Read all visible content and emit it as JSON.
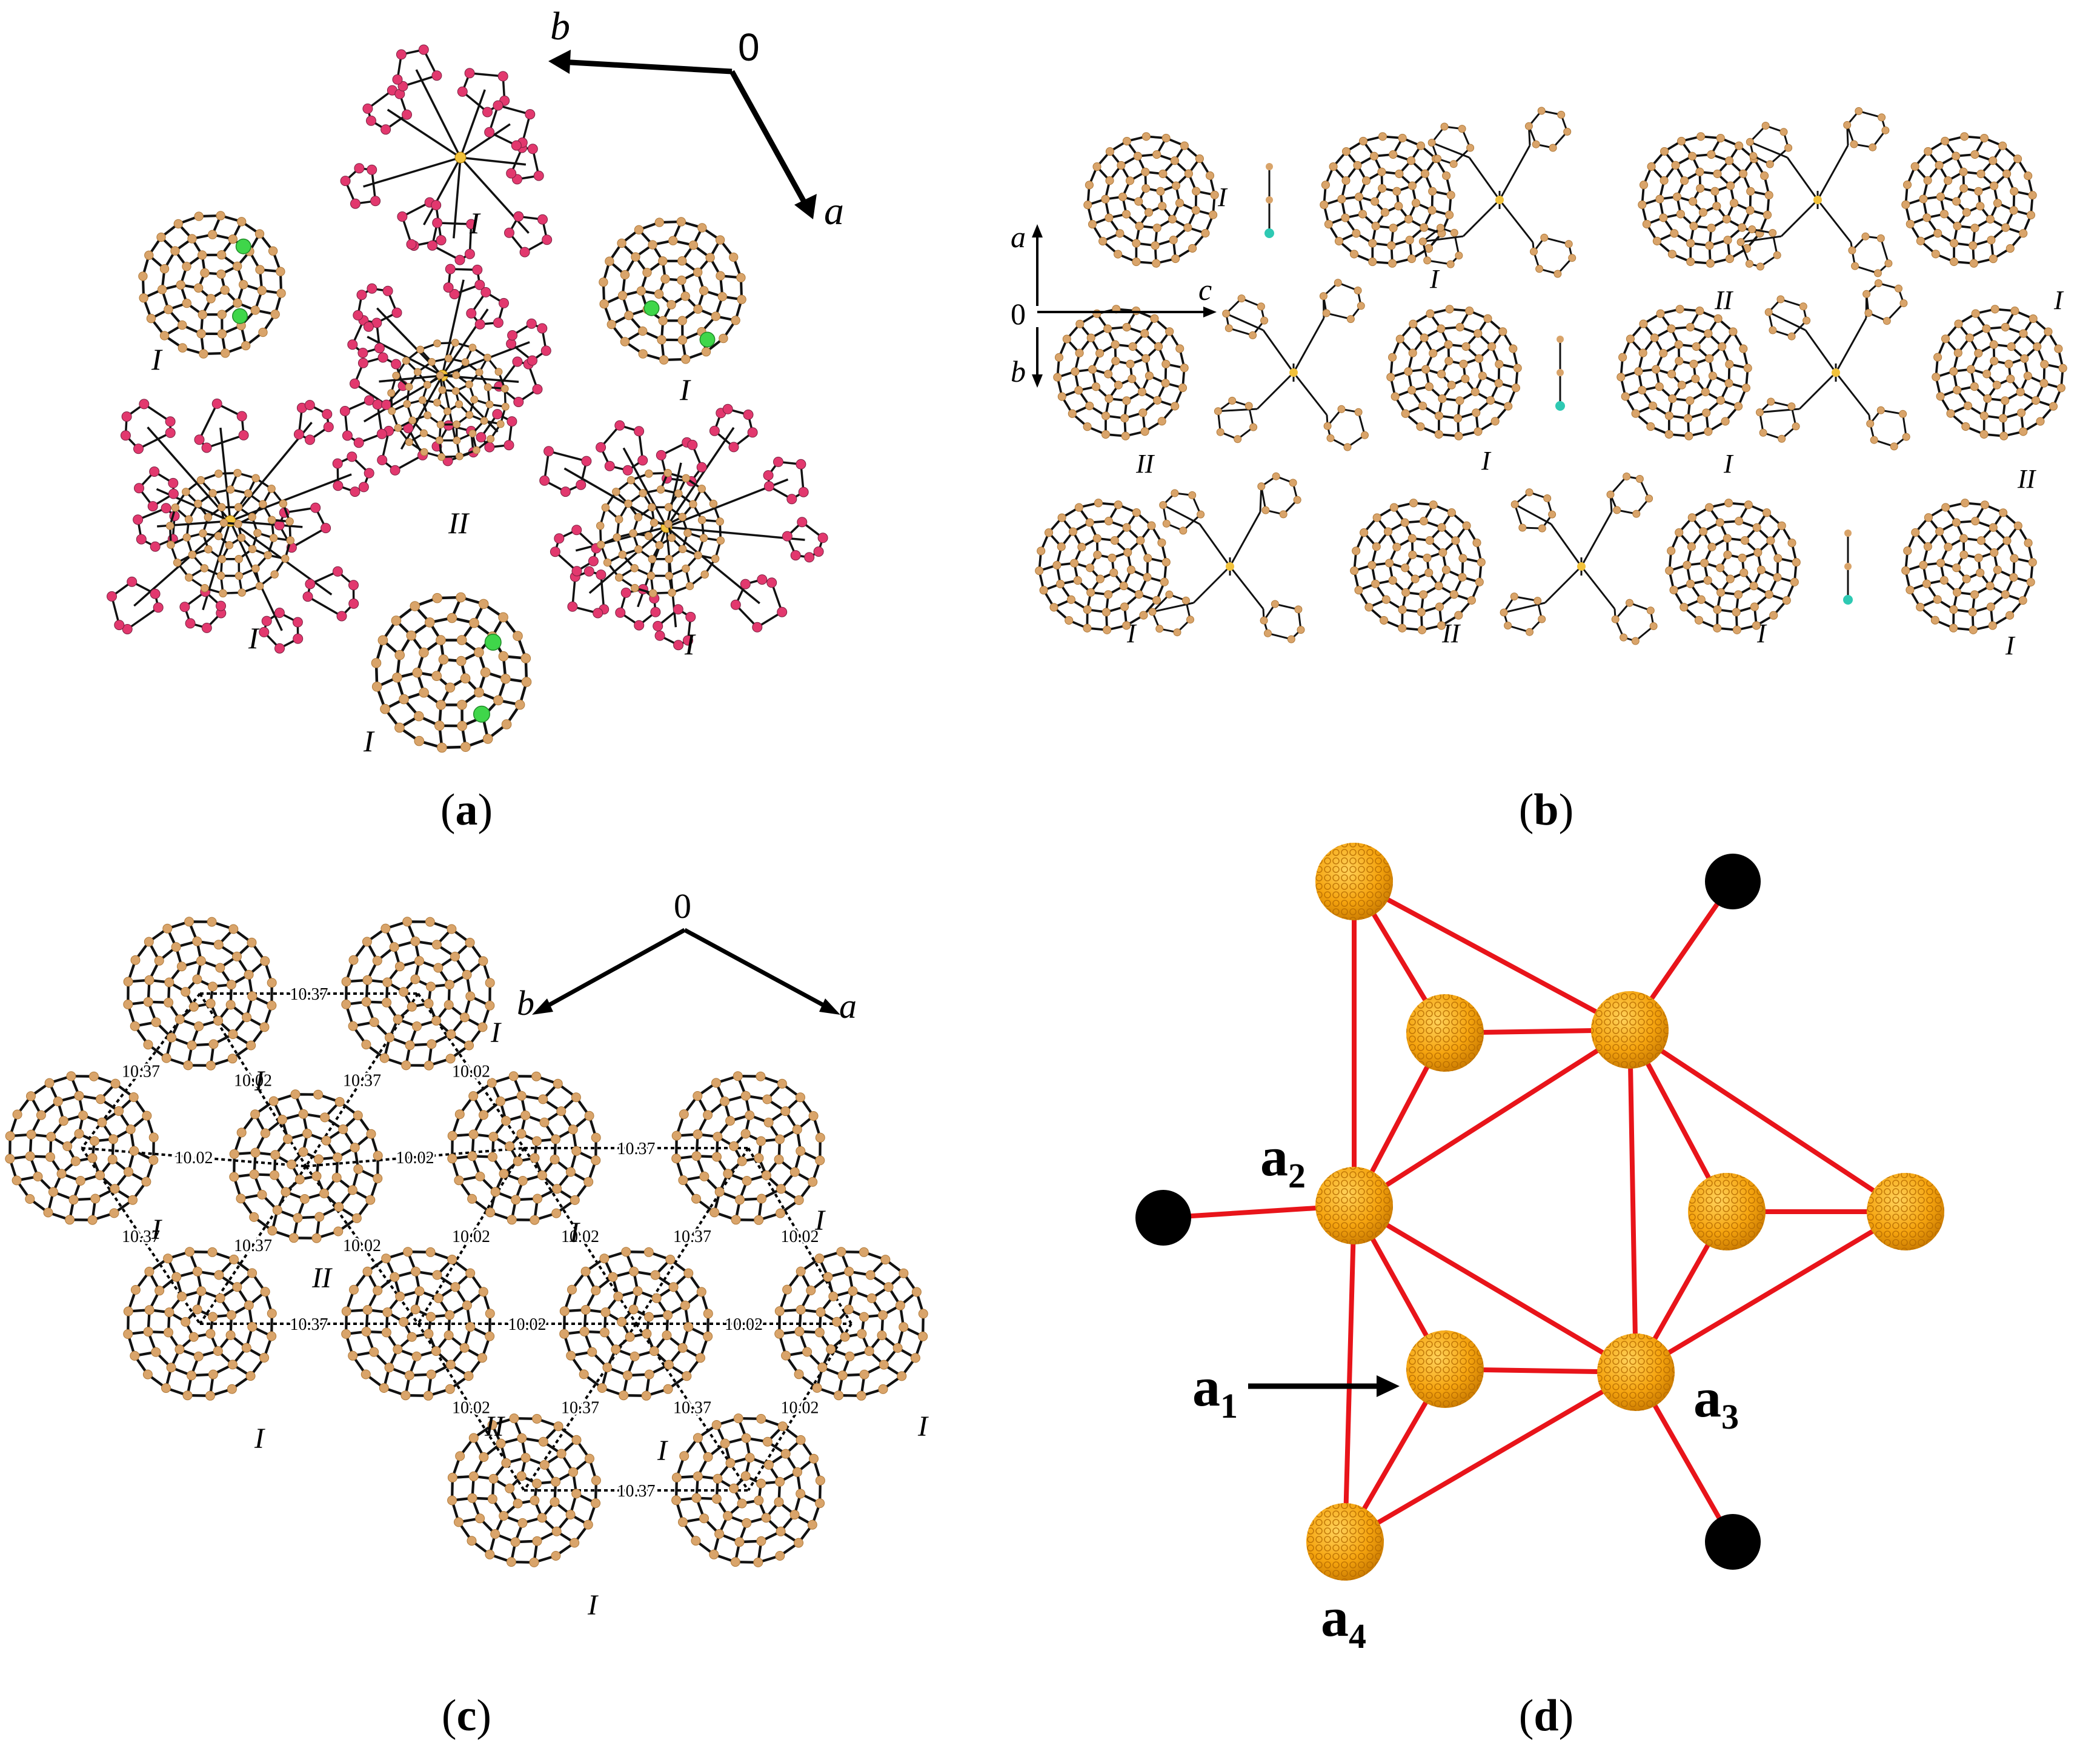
{
  "colors": {
    "carbon": "#d9a46a",
    "carbon_dark": "#b07a3a",
    "bond": "#111111",
    "crown": "#e2386e",
    "chlorine": "#3fd64a",
    "tq": "#2ec9b3",
    "cobalt": "#f2c23b",
    "fullerene_d": "#f5a40f",
    "edge_d": "#e8141a",
    "site_d": "#000000"
  },
  "panels": {
    "a": {
      "caption_open": "(",
      "caption_letter": "a",
      "caption_close": ")",
      "axis_origin": "0",
      "axis_b": "b",
      "axis_a": "a",
      "labels": [
        "I",
        "I",
        "I",
        "II",
        "I",
        "I",
        "I"
      ]
    },
    "b": {
      "caption_open": "(",
      "caption_letter": "b",
      "caption_close": ")",
      "axis_origin": "0",
      "axis_a": "a",
      "axis_b": "b",
      "axis_c": "c",
      "labels": [
        "I",
        "I",
        "II",
        "I",
        "II",
        "I",
        "I",
        "II",
        "I",
        "II",
        "I",
        "I"
      ]
    },
    "c": {
      "caption_open": "(",
      "caption_letter": "c",
      "caption_close": ")",
      "axis_origin": "0",
      "axis_b": "b",
      "axis_a": "a",
      "labels": [
        "I",
        "I",
        "II",
        "I",
        "I",
        "I",
        "I",
        "II",
        "I",
        "I",
        "I"
      ],
      "distances": [
        "10.37",
        "10.37",
        "10.02",
        "10.37",
        "10.02",
        "10.02",
        "10.02",
        "10.37",
        "10.37",
        "10.37",
        "10.02",
        "10.02",
        "10.02",
        "10.37",
        "10.02",
        "10.37",
        "10.02",
        "10.02",
        "10.02",
        "10.37",
        "10.37",
        "10.02",
        "10.37"
      ]
    },
    "d": {
      "caption_open": "(",
      "caption_letter": "d",
      "caption_close": ")",
      "site_labels": [
        {
          "main": "a",
          "sub": "1"
        },
        {
          "main": "a",
          "sub": "2"
        },
        {
          "main": "a",
          "sub": "3"
        },
        {
          "main": "a",
          "sub": "4"
        }
      ]
    }
  }
}
